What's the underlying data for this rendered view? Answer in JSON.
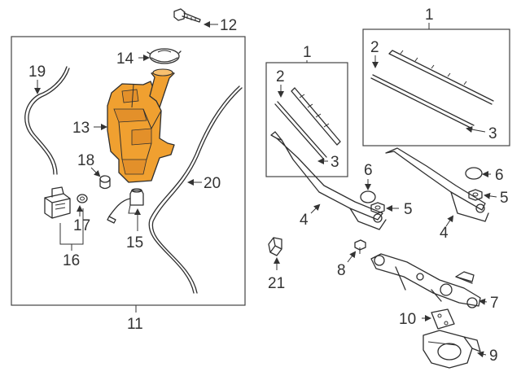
{
  "colors": {
    "highlight": "#f0a030",
    "highlight_dark": "#c27410",
    "line": "#2f2f2f",
    "label": "#333333"
  },
  "labels": {
    "l1a": "1",
    "l1b": "1",
    "l2a": "2",
    "l2b": "2",
    "l3a": "3",
    "l3b": "3",
    "l4a": "4",
    "l4b": "4",
    "l5a": "5",
    "l5b": "5",
    "l6a": "6",
    "l6b": "6",
    "l7": "7",
    "l8": "8",
    "l9": "9",
    "l10": "10",
    "l11": "11",
    "l12": "12",
    "l13": "13",
    "l14": "14",
    "l15": "15",
    "l16": "16",
    "l17": "17",
    "l18": "18",
    "l19": "19",
    "l20": "20",
    "l21": "21"
  }
}
